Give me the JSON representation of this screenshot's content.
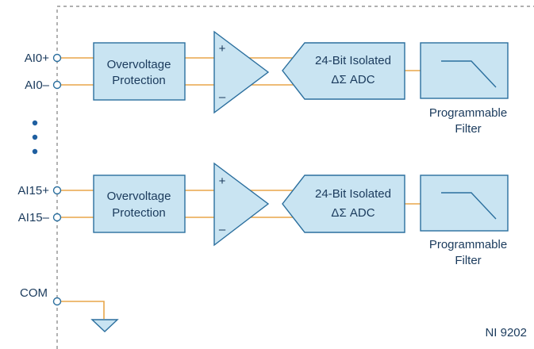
{
  "diagram": {
    "channels": [
      {
        "pos_label": "AI0+",
        "neg_label": "AI0–",
        "protection_line1": "Overvoltage",
        "protection_line2": "Protection",
        "amp_plus": "+",
        "amp_minus": "–",
        "adc_line1": "24-Bit Isolated",
        "adc_line2": "ΔΣ ADC",
        "filter_line1": "Programmable",
        "filter_line2": "Filter"
      },
      {
        "pos_label": "AI15+",
        "neg_label": "AI15–",
        "protection_line1": "Overvoltage",
        "protection_line2": "Protection",
        "amp_plus": "+",
        "amp_minus": "–",
        "adc_line1": "24-Bit Isolated",
        "adc_line2": "ΔΣ ADC",
        "filter_line1": "Programmable",
        "filter_line2": "Filter"
      }
    ],
    "com_label": "COM",
    "device_label": "NI 9202",
    "colors": {
      "wire": "#e8a64a",
      "block_fill": "#c9e4f2",
      "block_stroke": "#2b6f9e",
      "text": "#1a3a5c"
    }
  }
}
